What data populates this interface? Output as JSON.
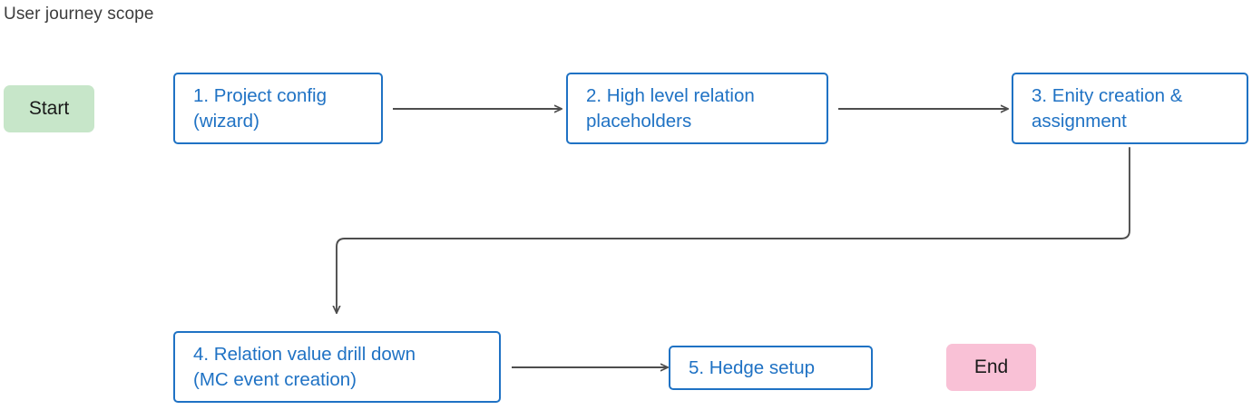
{
  "diagram": {
    "title": "User journey scope",
    "type": "flowchart",
    "colors": {
      "node_border": "#1f72c4",
      "node_text": "#1f72c4",
      "node_fill": "#ffffff",
      "start_fill": "#c7e6c9",
      "end_fill": "#f9c1d6",
      "terminator_text": "#1a1a1a",
      "title_text": "#3c3c3c",
      "connector": "#4d4d4d",
      "canvas": "#ffffff"
    },
    "terminators": [
      {
        "id": "start",
        "label": "Start"
      },
      {
        "id": "end",
        "label": "End"
      }
    ],
    "steps": [
      {
        "id": "step1",
        "number": "1.",
        "label": "1. Project config\n(wizard)"
      },
      {
        "id": "step2",
        "number": "2.",
        "label": "2. High level relation\nplaceholders"
      },
      {
        "id": "step3",
        "number": "3.",
        "label": "3. Enity creation &\nassignment"
      },
      {
        "id": "step4",
        "number": "4.",
        "label": "4. Relation value drill down\n(MC event creation)"
      },
      {
        "id": "step5",
        "number": "5.",
        "label": "5. Hedge setup"
      }
    ],
    "edges": [
      {
        "id": "edge-1-2",
        "from": "step1",
        "to": "step2",
        "style": "straight-arrow"
      },
      {
        "id": "edge-2-3",
        "from": "step2",
        "to": "step3",
        "style": "straight-arrow"
      },
      {
        "id": "edge-3-4",
        "from": "step3",
        "to": "step4",
        "style": "elbow-arrow"
      },
      {
        "id": "edge-4-5",
        "from": "step4",
        "to": "step5",
        "style": "straight-arrow"
      }
    ]
  }
}
